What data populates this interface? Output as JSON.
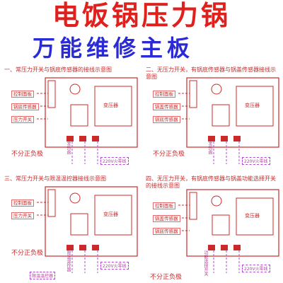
{
  "header": {
    "title": "电饭锅压力锅",
    "subtitle": "万能维修主板"
  },
  "panels": [
    {
      "caption": "一、常压力开关与锅底传感器的接线示意图",
      "labels": [
        "控制面板",
        "锅底传感器",
        "压力开关",
        "发热盘",
        "不分正负极"
      ],
      "transformer": "变压器",
      "power": "220V火零线"
    },
    {
      "caption": "二、无压力开关，有锅底传感器与锅盖传感器接线示意图",
      "labels": [
        "控制面板",
        "锅盖传感器",
        "锅底传感器",
        "发热盘",
        "不分正负极"
      ],
      "transformer": "变压器",
      "power": "220V火零线"
    },
    {
      "caption": "三、常压力开关与限温温控器接线示意图",
      "labels": [
        "控制面板",
        "压力开关",
        "限温温控器",
        "不分正负极",
        "限温温控器"
      ],
      "transformer": "变压器",
      "power": "220V火零线"
    },
    {
      "caption": "四、无压力开关，有锅底传感器与锅盖功能选择开关的接线示意图",
      "labels": [
        "控制面板",
        "锅盖传感器",
        "锅底传感器",
        "功能选择开关",
        "不分正负极"
      ],
      "transformer": "变压器",
      "power": "220V火零线"
    }
  ],
  "colors": {
    "title": "#e0201c",
    "subtitle": "#2b2bd6",
    "lines": "#cc2a2a",
    "wires": "#b04bd0"
  }
}
